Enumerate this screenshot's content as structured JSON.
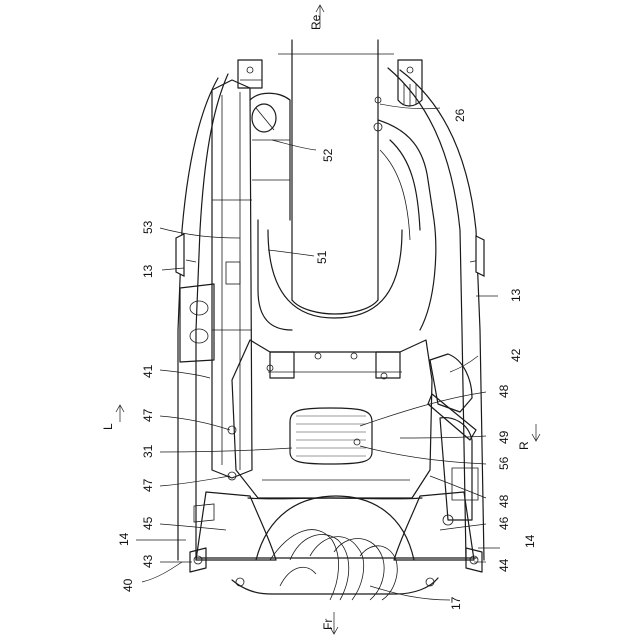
{
  "directions": {
    "rear": "Re",
    "front": "Fr",
    "left": "L",
    "right": "R"
  },
  "labels": {
    "n26": "26",
    "n52": "52",
    "n53": "53",
    "n51": "51",
    "n13_left": "13",
    "n13_right": "13",
    "n41": "41",
    "n42": "42",
    "n48_upper": "48",
    "n47_upper": "47",
    "n49": "49",
    "n31": "31",
    "n56": "56",
    "n47_lower": "47",
    "n48_lower": "48",
    "n45": "45",
    "n46": "46",
    "n14_left": "14",
    "n14_right": "14",
    "n43": "43",
    "n44": "44",
    "n40": "40",
    "n17": "17"
  }
}
